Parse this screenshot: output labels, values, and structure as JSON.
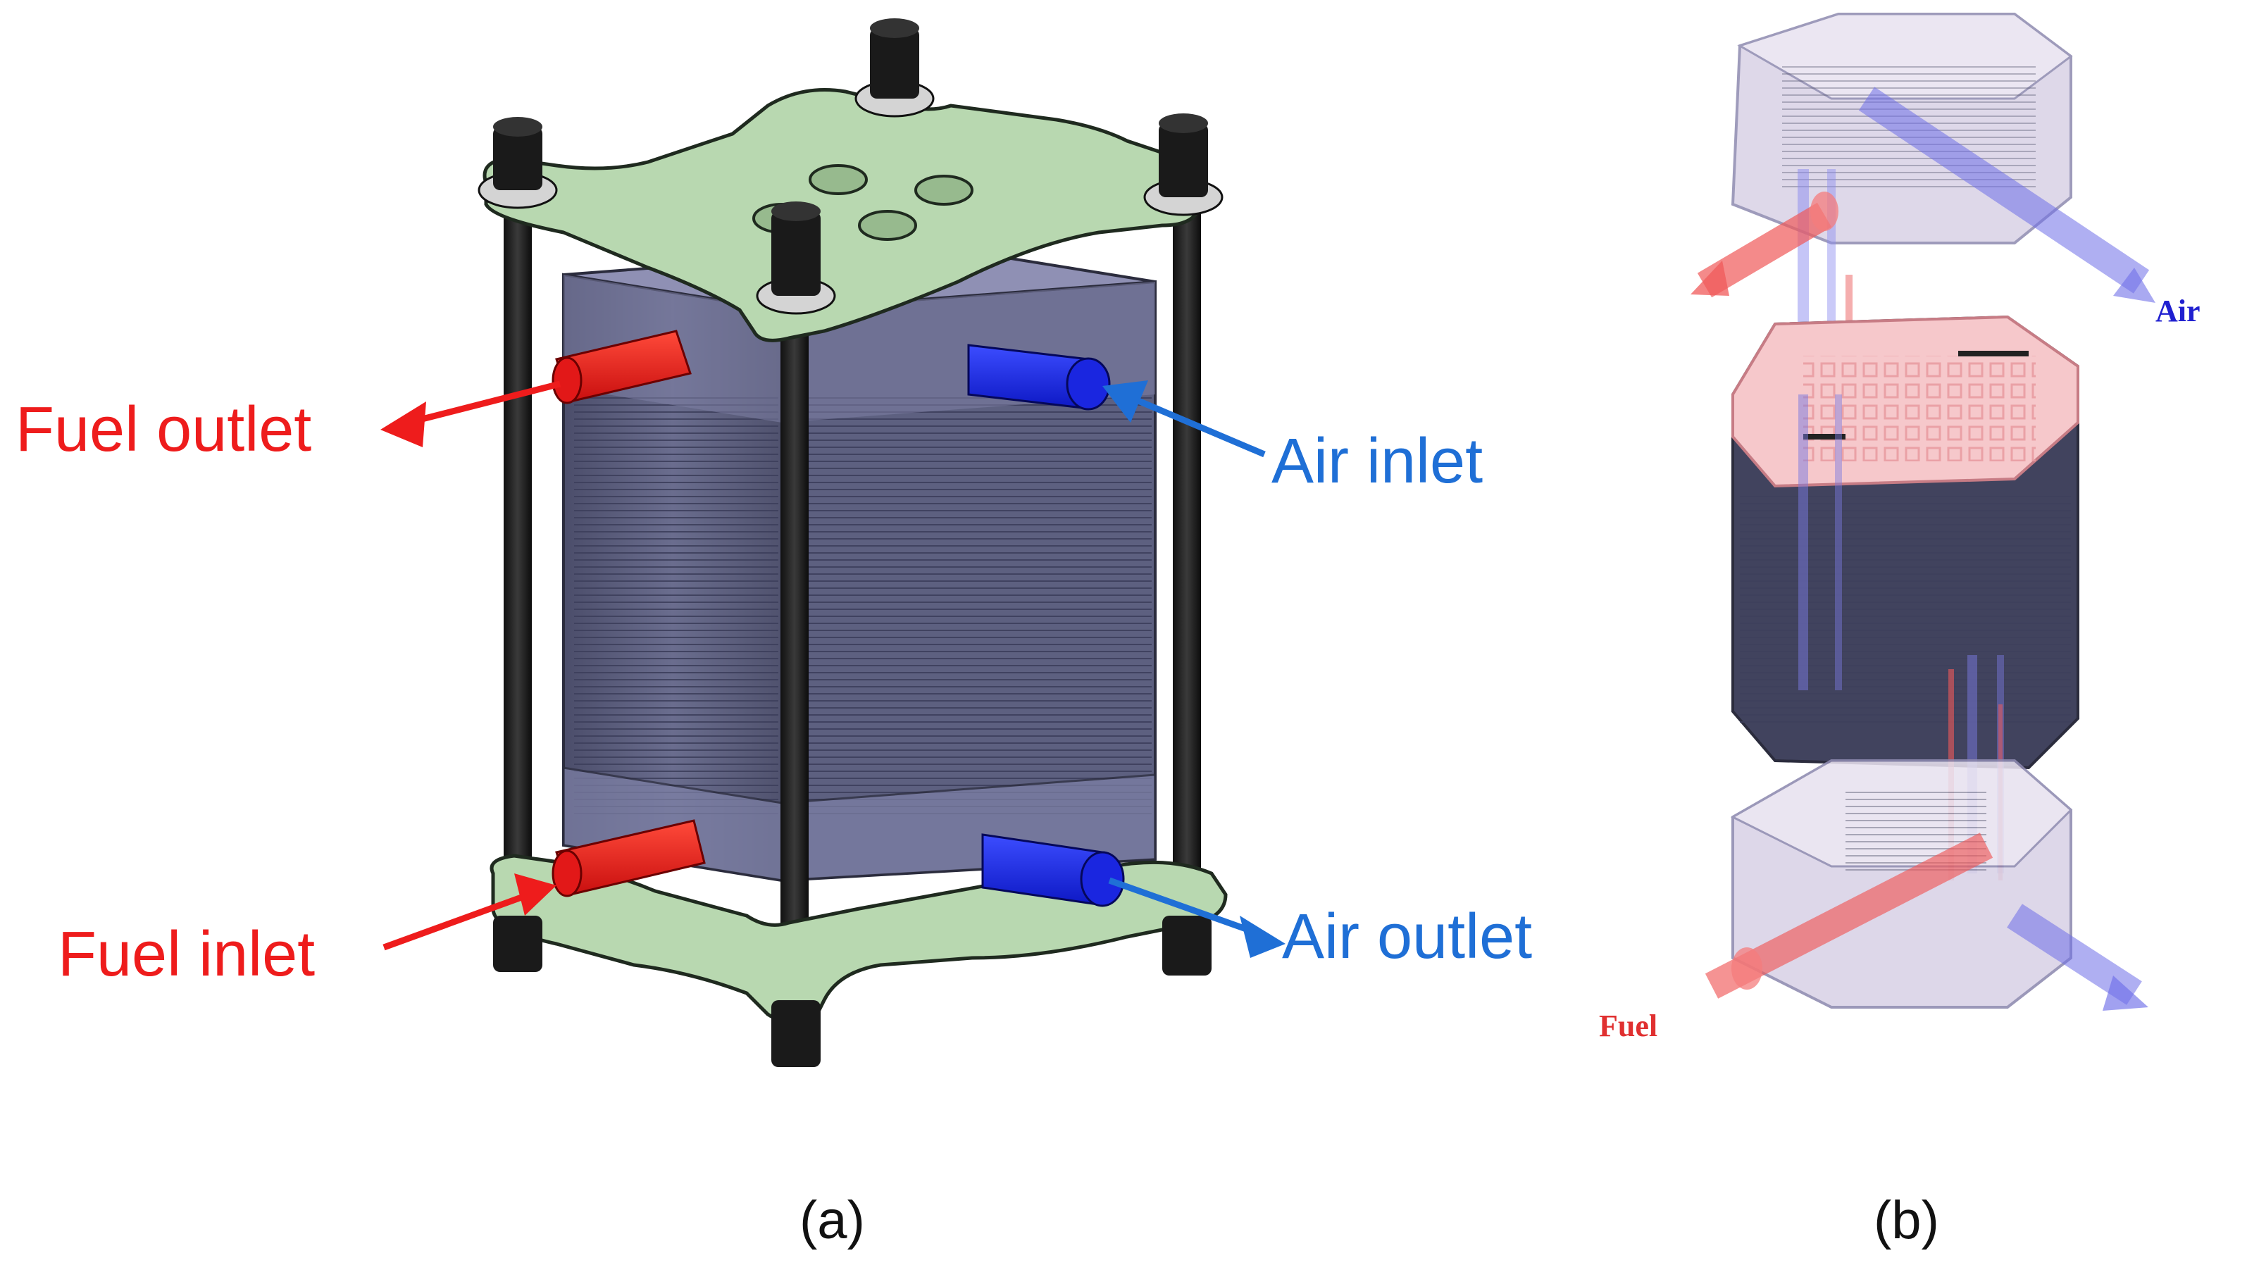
{
  "colors": {
    "fuel": "#ee1c1c",
    "air": "#1f6fd6",
    "frame": "#b8d8b0",
    "stack": "#5a5c7a",
    "manifold": "#8e8ab0"
  },
  "panel_a": {
    "fuel_outlet_label": "Fuel outlet",
    "fuel_inlet_label": "Fuel inlet",
    "air_inlet_label": "Air inlet",
    "air_outlet_label": "Air outlet",
    "caption": "(a)"
  },
  "panel_b": {
    "air_label": "Air",
    "fuel_label": "Fuel",
    "caption": "(b)"
  }
}
